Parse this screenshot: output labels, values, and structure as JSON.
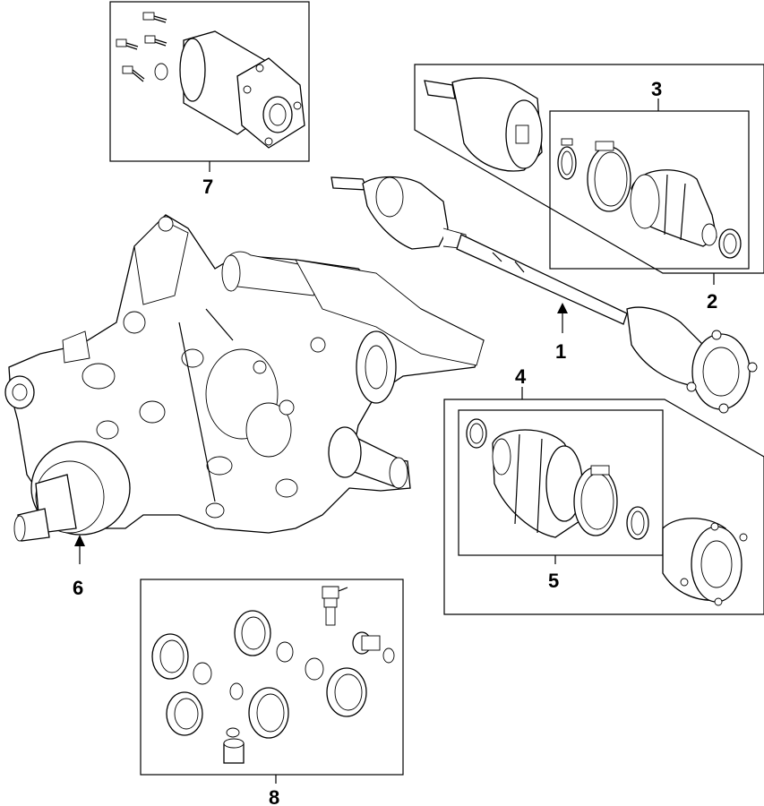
{
  "callouts": [
    {
      "id": "1",
      "label": "1"
    },
    {
      "id": "2",
      "label": "2"
    },
    {
      "id": "3",
      "label": "3"
    },
    {
      "id": "4",
      "label": "4"
    },
    {
      "id": "5",
      "label": "5"
    },
    {
      "id": "6",
      "label": "6"
    },
    {
      "id": "7",
      "label": "7"
    },
    {
      "id": "8",
      "label": "8"
    }
  ],
  "parts": {
    "differential": "rear-differential-assembly",
    "axle_shaft": "drive-axle-shaft",
    "cv_joint_outer_kit": "outer-cv-joint-kit",
    "boot_kit_outer": "outer-boot-kit",
    "cv_joint_inner_kit": "inner-cv-joint-kit",
    "boot_kit_inner": "inner-boot-kit",
    "seal_kit": "seal-and-gasket-kit",
    "actuator_motor": "actuator-motor-kit"
  }
}
